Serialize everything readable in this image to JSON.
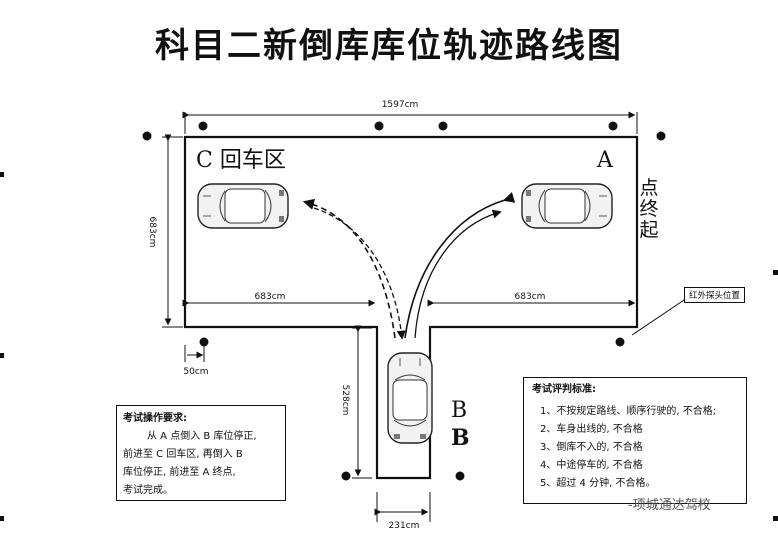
{
  "title": "科目二新倒库库位轨迹路线图",
  "dimensions": {
    "top_width": "1597cm",
    "left_height": "683cm",
    "left_arm": "683cm",
    "right_arm": "683cm",
    "edge_gap": "50cm",
    "stem_depth": "528cm",
    "stem_width": "231cm"
  },
  "points": {
    "c_area": "C 回车区",
    "a": "A",
    "start": "点终起",
    "b1": "B",
    "b2": "B"
  },
  "sensor_label": "红外探头位置",
  "operation_box": {
    "heading": "考试操作要求:",
    "lines": [
      "从 A 点倒入 B 库位停正,",
      "前进至 C 回车区, 再倒入 B",
      "库位停正, 前进至 A 终点,",
      "考试完成。"
    ]
  },
  "standards_box": {
    "heading": "考试评判标准:",
    "lines": [
      "1、不按规定路线、顺序行驶的, 不合格;",
      "2、车身出线的, 不合格",
      "3、倒库不入的, 不合格",
      "4、中途停车的, 不合格",
      "5、超过 4 分钟, 不合格。"
    ]
  },
  "watermark": "-项城通达驾校"
}
